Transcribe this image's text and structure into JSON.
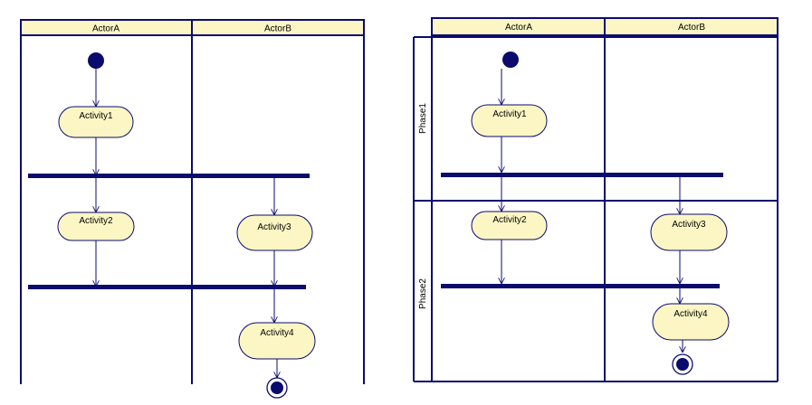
{
  "colors": {
    "line": "#0b0b6e",
    "header_fill": "#fbf6c3",
    "activity_fill": "#fbf6c3",
    "node_fill": "#0b0b6e",
    "text": "#000000"
  },
  "left_diagram": {
    "lanes": [
      {
        "label": "ActorA"
      },
      {
        "label": "ActorB"
      }
    ],
    "activities": [
      {
        "label": "Activity1"
      },
      {
        "label": "Activity2"
      },
      {
        "label": "Activity3"
      },
      {
        "label": "Activity4"
      }
    ]
  },
  "right_diagram": {
    "lanes": [
      {
        "label": "ActorA"
      },
      {
        "label": "ActorB"
      }
    ],
    "phases": [
      {
        "label": "Phase1"
      },
      {
        "label": "Phase2"
      }
    ],
    "activities": [
      {
        "label": "Activity1"
      },
      {
        "label": "Activity2"
      },
      {
        "label": "Activity3"
      },
      {
        "label": "Activity4"
      }
    ]
  }
}
